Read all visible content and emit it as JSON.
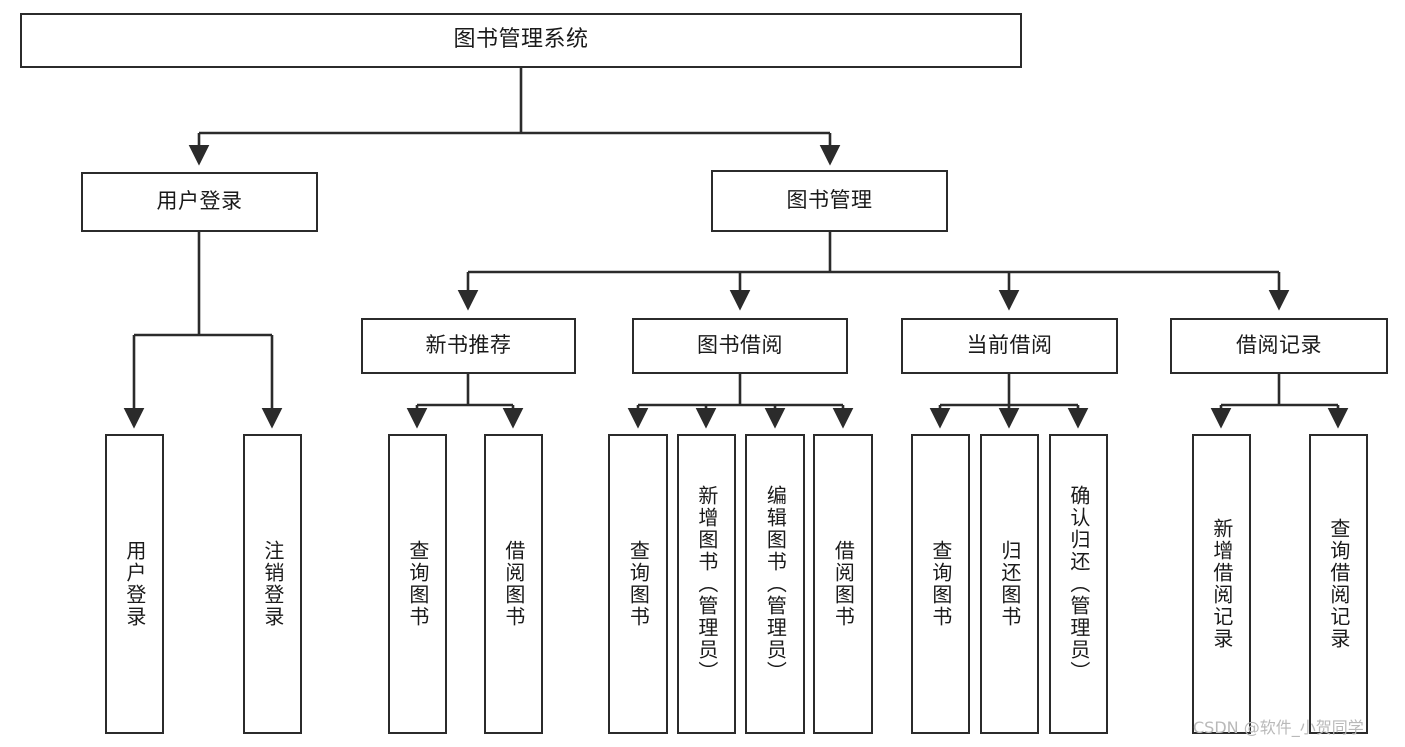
{
  "diagram": {
    "title": "图书管理系统",
    "type": "tree-functional-structure",
    "root": {
      "id": "root",
      "label": "图书管理系统"
    },
    "level2": [
      {
        "id": "user-login",
        "label": "用户登录"
      },
      {
        "id": "book-manage",
        "label": "图书管理"
      }
    ],
    "level3": [
      {
        "id": "new-book-recommend",
        "label": "新书推荐",
        "parent": "book-manage"
      },
      {
        "id": "book-borrow",
        "label": "图书借阅",
        "parent": "book-manage"
      },
      {
        "id": "current-borrow",
        "label": "当前借阅",
        "parent": "book-manage"
      },
      {
        "id": "borrow-record",
        "label": "借阅记录",
        "parent": "book-manage"
      }
    ],
    "leaves": [
      {
        "id": "leaf-user-login",
        "label": "用户登录",
        "parent": "user-login"
      },
      {
        "id": "leaf-logout-login",
        "label": "注销登录",
        "parent": "user-login"
      },
      {
        "id": "leaf-query-book-1",
        "label": "查询图书",
        "parent": "new-book-recommend"
      },
      {
        "id": "leaf-borrow-book-1",
        "label": "借阅图书",
        "parent": "new-book-recommend"
      },
      {
        "id": "leaf-query-book-2",
        "label": "查询图书",
        "parent": "book-borrow"
      },
      {
        "id": "leaf-add-book",
        "label": "新增图书（管理员）",
        "parent": "book-borrow"
      },
      {
        "id": "leaf-edit-book",
        "label": "编辑图书（管理员）",
        "parent": "book-borrow"
      },
      {
        "id": "leaf-borrow-book-2",
        "label": "借阅图书",
        "parent": "book-borrow"
      },
      {
        "id": "leaf-query-book-3",
        "label": "查询图书",
        "parent": "current-borrow"
      },
      {
        "id": "leaf-return-book",
        "label": "归还图书",
        "parent": "current-borrow"
      },
      {
        "id": "leaf-confirm-return",
        "label": "确认归还（管理员）",
        "parent": "current-borrow"
      },
      {
        "id": "leaf-add-record",
        "label": "新增借阅记录",
        "parent": "borrow-record"
      },
      {
        "id": "leaf-query-record",
        "label": "查询借阅记录",
        "parent": "borrow-record"
      }
    ],
    "colors": {
      "stroke": "#2b2b2b",
      "fill": "#ffffff",
      "text": "#1a1a1a",
      "watermark": "#b9b9b9"
    }
  },
  "watermark": {
    "text": "CSDN @软件_小贺同学"
  }
}
